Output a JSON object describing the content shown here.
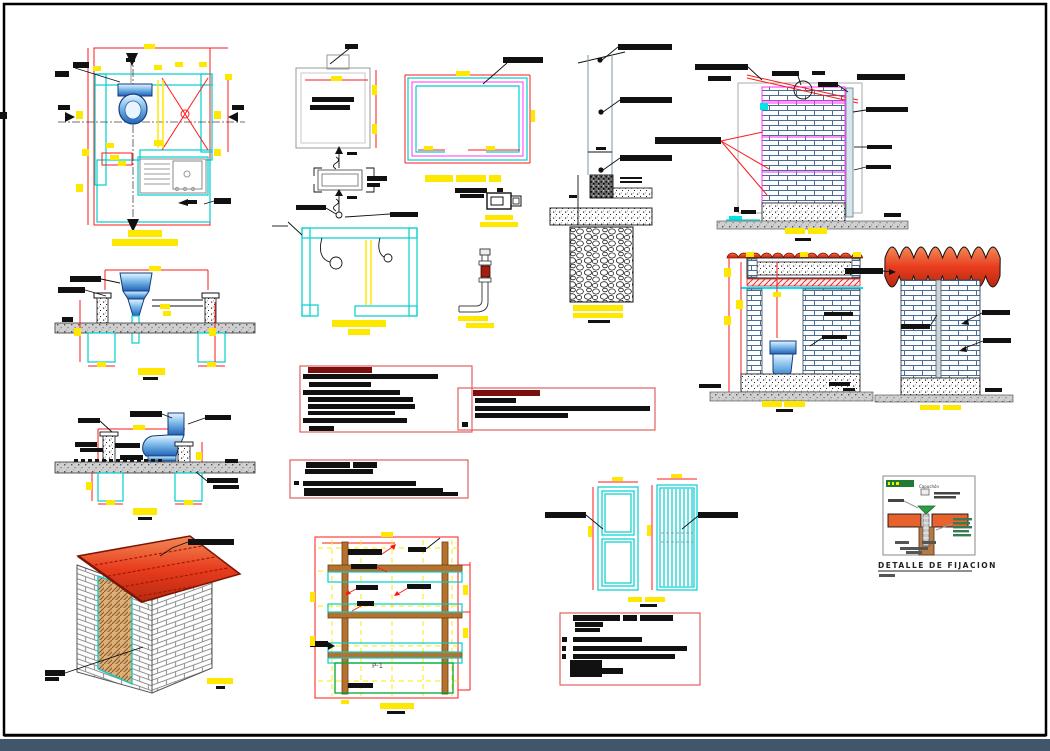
{
  "drawing": {
    "sheet_type": "sanitary-module-construction-details",
    "legible_labels": {
      "panel_mark": "P-1",
      "fixation_detail_title": "DETALLE  DE  FIJACION",
      "fixation_cap_label": "Capuchón"
    },
    "palette": {
      "wall_cyan": "#8ef0f0",
      "dimension_red": "#ff1a1a",
      "dim_text_yellow": "#ffe800",
      "annotation_black": "#111111",
      "centerline_magenta": "#ff30ff",
      "roof_tile_red": "#e03a1c",
      "wood_brown": "#b5722e",
      "toilet_blue": "#2f7fd4",
      "notes_border_red": "#e06060",
      "panel_green": "#00a830",
      "footer_bar": "#42566b"
    },
    "figures": [
      {
        "id": "bathroom-floor-plan"
      },
      {
        "id": "toilet-section-a"
      },
      {
        "id": "toilet-section-b"
      },
      {
        "id": "latrine-isometric-view"
      },
      {
        "id": "tank-plan-detail"
      },
      {
        "id": "u-wall-plan"
      },
      {
        "id": "roof-framing-plan"
      },
      {
        "id": "valve-box-detail"
      },
      {
        "id": "pipe-riser-detail"
      },
      {
        "id": "post-footing-detail"
      },
      {
        "id": "wall-section-elevation"
      },
      {
        "id": "building-cross-section"
      },
      {
        "id": "wall-front-elevation"
      },
      {
        "id": "fixation-detail"
      },
      {
        "id": "door-panel-framing-p1"
      },
      {
        "id": "door-elevations"
      },
      {
        "id": "notes-box-1"
      },
      {
        "id": "notes-box-2"
      },
      {
        "id": "notes-box-3"
      },
      {
        "id": "notes-box-4"
      }
    ]
  }
}
